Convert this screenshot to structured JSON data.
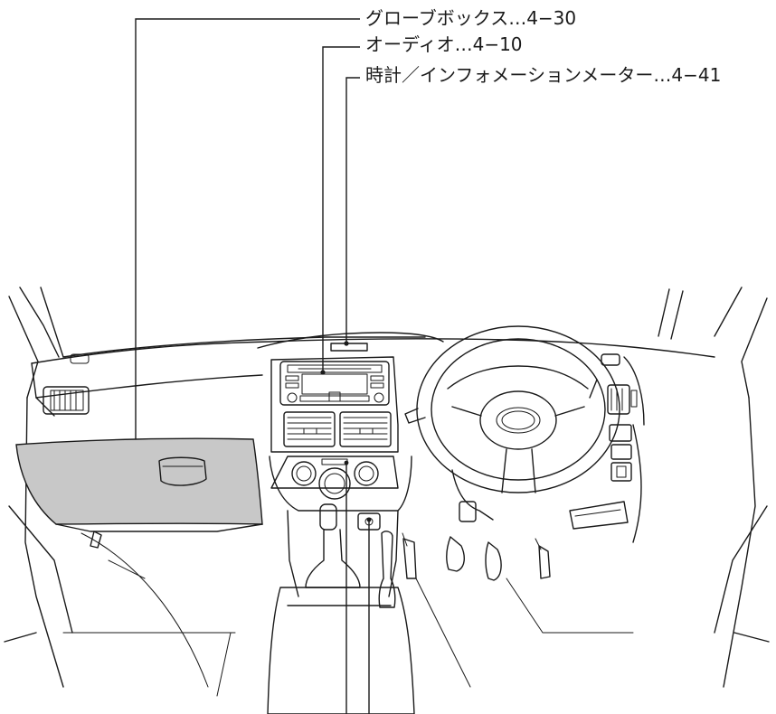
{
  "callouts": {
    "glove_box": "グローブボックス…4−30",
    "audio": "オーディオ…4−10",
    "clock_info_meter": "時計／インフォメーションメーター…4−41"
  },
  "colors": {
    "line": "#1a1a1a",
    "highlight": "#c8c8c8",
    "background": "#ffffff"
  }
}
